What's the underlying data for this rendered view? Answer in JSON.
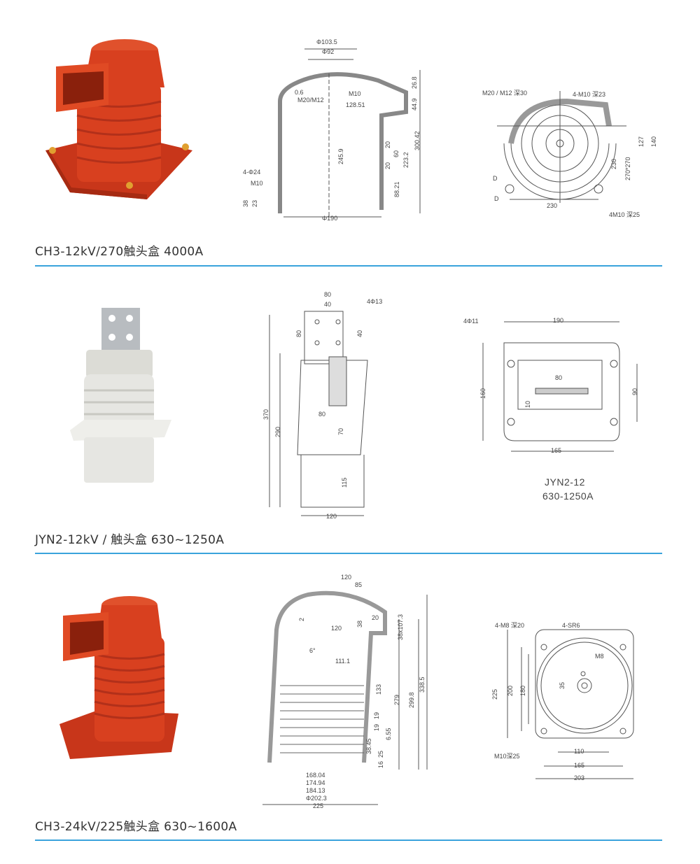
{
  "products": [
    {
      "title": "CH3-12kV/270触头盒  4000A",
      "drawing_labels": [
        "Φ103.5",
        "Φ92",
        "0.6",
        "M20/M12",
        "M10",
        "128.51",
        "245.9",
        "26.8",
        "44.9",
        "300.42",
        "20",
        "60",
        "223.2",
        "20",
        "4-Φ24",
        "M10",
        "38",
        "23",
        "88.21",
        "Φ190"
      ],
      "plan_labels": [
        "M20 / M12 深30",
        "4-M10 深23",
        "127",
        "140",
        "230",
        "270*270",
        "D",
        "D",
        "230",
        "4M10 深25"
      ]
    },
    {
      "title": "JYN2-12kV / 触头盒  630~1250A",
      "drawing_labels": [
        "80",
        "40",
        "4Φ13",
        "80",
        "40",
        "370",
        "290",
        "80",
        "70",
        "115",
        "120"
      ],
      "plan_labels": [
        "4Φ11",
        "190",
        "80",
        "160",
        "10",
        "90",
        "165"
      ],
      "caption_line1": "JYN2-12",
      "caption_line2": "630-1250A"
    },
    {
      "title": "CH3-24kV/225触头盒  630~1600A",
      "drawing_labels": [
        "120",
        "85",
        "2",
        "120",
        "38",
        "20",
        "38x107.3",
        "6°",
        "111.1",
        "133",
        "279",
        "299.8",
        "338.5",
        "19",
        "19",
        "38.45",
        "6.55",
        "25",
        "16",
        "168.04",
        "174.94",
        "184.13",
        "Φ202.3",
        "225"
      ],
      "plan_labels": [
        "4-M8 深20",
        "4-SR6",
        "M8",
        "225",
        "200",
        "180",
        "35",
        "M10深25",
        "110",
        "165",
        "203"
      ]
    }
  ],
  "colors": {
    "accent_rule": "#3aa3dc",
    "red_product": "#d8401f",
    "white_product": "#e6e6e2"
  }
}
